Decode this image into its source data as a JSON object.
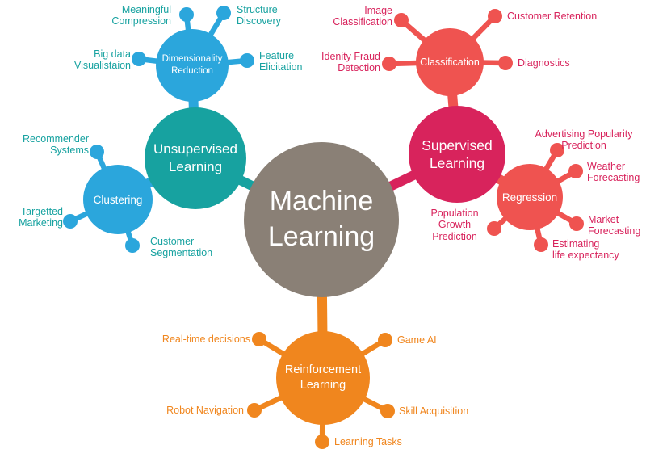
{
  "colors": {
    "teal": "#17a2a0",
    "blue": "#2ba6dc",
    "crimson": "#d8235c",
    "red": "#ef5350",
    "orange": "#f0861e",
    "gray": "#8a8076",
    "background": "#ffffff"
  },
  "center": {
    "label": "Machine\nLearning"
  },
  "branches": {
    "unsupervised": {
      "label": "Unsupervised\nLearning",
      "children": {
        "dimensionality_reduction": {
          "label": "Dimensionality\nReduction",
          "leaves": {
            "meaningful_compression": "Meaningful\nCompression",
            "structure_discovery": "Structure\nDiscovery",
            "big_data_visualistaion": "Big data\nVisualistaion",
            "feature_elicitation": "Feature\nElicitation"
          }
        },
        "clustering": {
          "label": "Clustering",
          "leaves": {
            "recommender_systems": "Recommender\nSystems",
            "targetted_marketing": "Targetted\nMarketing",
            "customer_segmentation": "Customer\nSegmentation"
          }
        }
      }
    },
    "supervised": {
      "label": "Supervised\nLearning",
      "children": {
        "classification": {
          "label": "Classification",
          "leaves": {
            "image_classification": "Image\nClassification",
            "customer_retention": "Customer Retention",
            "idenity_fraud_detection": "Idenity Fraud\nDetection",
            "diagnostics": "Diagnostics"
          }
        },
        "regression": {
          "label": "Regression",
          "leaves": {
            "advertising_popularity_prediction": "Advertising Popularity\nPrediction",
            "weather_forecasting": "Weather\nForecasting",
            "market_forecasting": "Market\nForecasting",
            "estimating_life_expectancy": "Estimating\nlife expectancy",
            "population_growth_prediction": "Population\nGrowth\nPrediction"
          }
        }
      }
    },
    "reinforcement": {
      "label": "Reinforcement\nLearning",
      "leaves": {
        "real_time_decisions": "Real-time decisions",
        "game_ai": "Game AI",
        "robot_navigation": "Robot Navigation",
        "skill_acquisition": "Skill Acquisition",
        "learning_tasks": "Learning Tasks"
      }
    }
  }
}
